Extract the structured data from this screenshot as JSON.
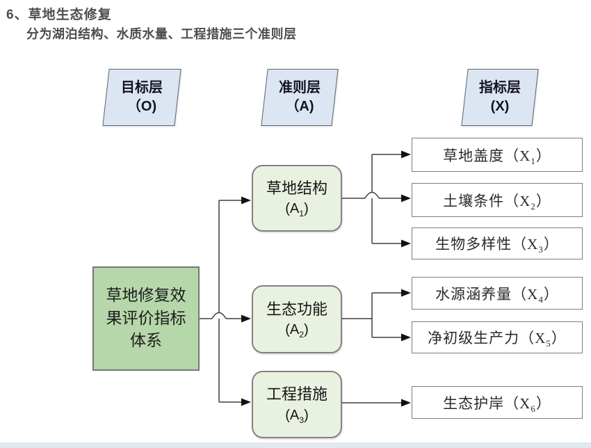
{
  "page": {
    "title": "6、草地生态修复",
    "subtitle": "分为湖泊结构、水质水量、工程措施三个准则层"
  },
  "headers": {
    "goal": {
      "label": "目标层",
      "code": "（O)"
    },
    "criterion": {
      "label": "准则层",
      "code": "（A)"
    },
    "indicator": {
      "label": "指标层",
      "code": "(X)"
    }
  },
  "goal": {
    "label": "草地修复效果评价指标体系",
    "lines": {
      "l1": "草地修复效",
      "l2": "果评价指标",
      "l3": "体系"
    }
  },
  "criteria": [
    {
      "label": "草地结构",
      "code_pre": "(A",
      "code_sub": "1",
      "code_post": ")"
    },
    {
      "label": "生态功能",
      "code_pre": "(A",
      "code_sub": "2",
      "code_post": ")"
    },
    {
      "label": "工程措施",
      "code_pre": "(A",
      "code_sub": "3",
      "code_post": ")"
    }
  ],
  "indicators": [
    {
      "pre": "草地盖度（X",
      "sub": "1",
      "post": "）"
    },
    {
      "pre": "土壤条件（X",
      "sub": "2",
      "post": "）"
    },
    {
      "pre": "生物多样性（X",
      "sub": "3",
      "post": "）"
    },
    {
      "pre": "水源涵养量（X",
      "sub": "4",
      "post": "）"
    },
    {
      "pre": "净初级生产力（X",
      "sub": "5",
      "post": "）"
    },
    {
      "pre": "生态护岸（X",
      "sub": "6",
      "post": "）"
    }
  ],
  "colors": {
    "header_fill": "#dce6f2",
    "goal_fill": "#b6d7a9",
    "criterion_fill": "#e9f1e0",
    "indicator_fill": "#ffffff",
    "border_gray": "#7d7d7d",
    "line": "#3f3f3f",
    "title_text": "#4d4d4d"
  }
}
